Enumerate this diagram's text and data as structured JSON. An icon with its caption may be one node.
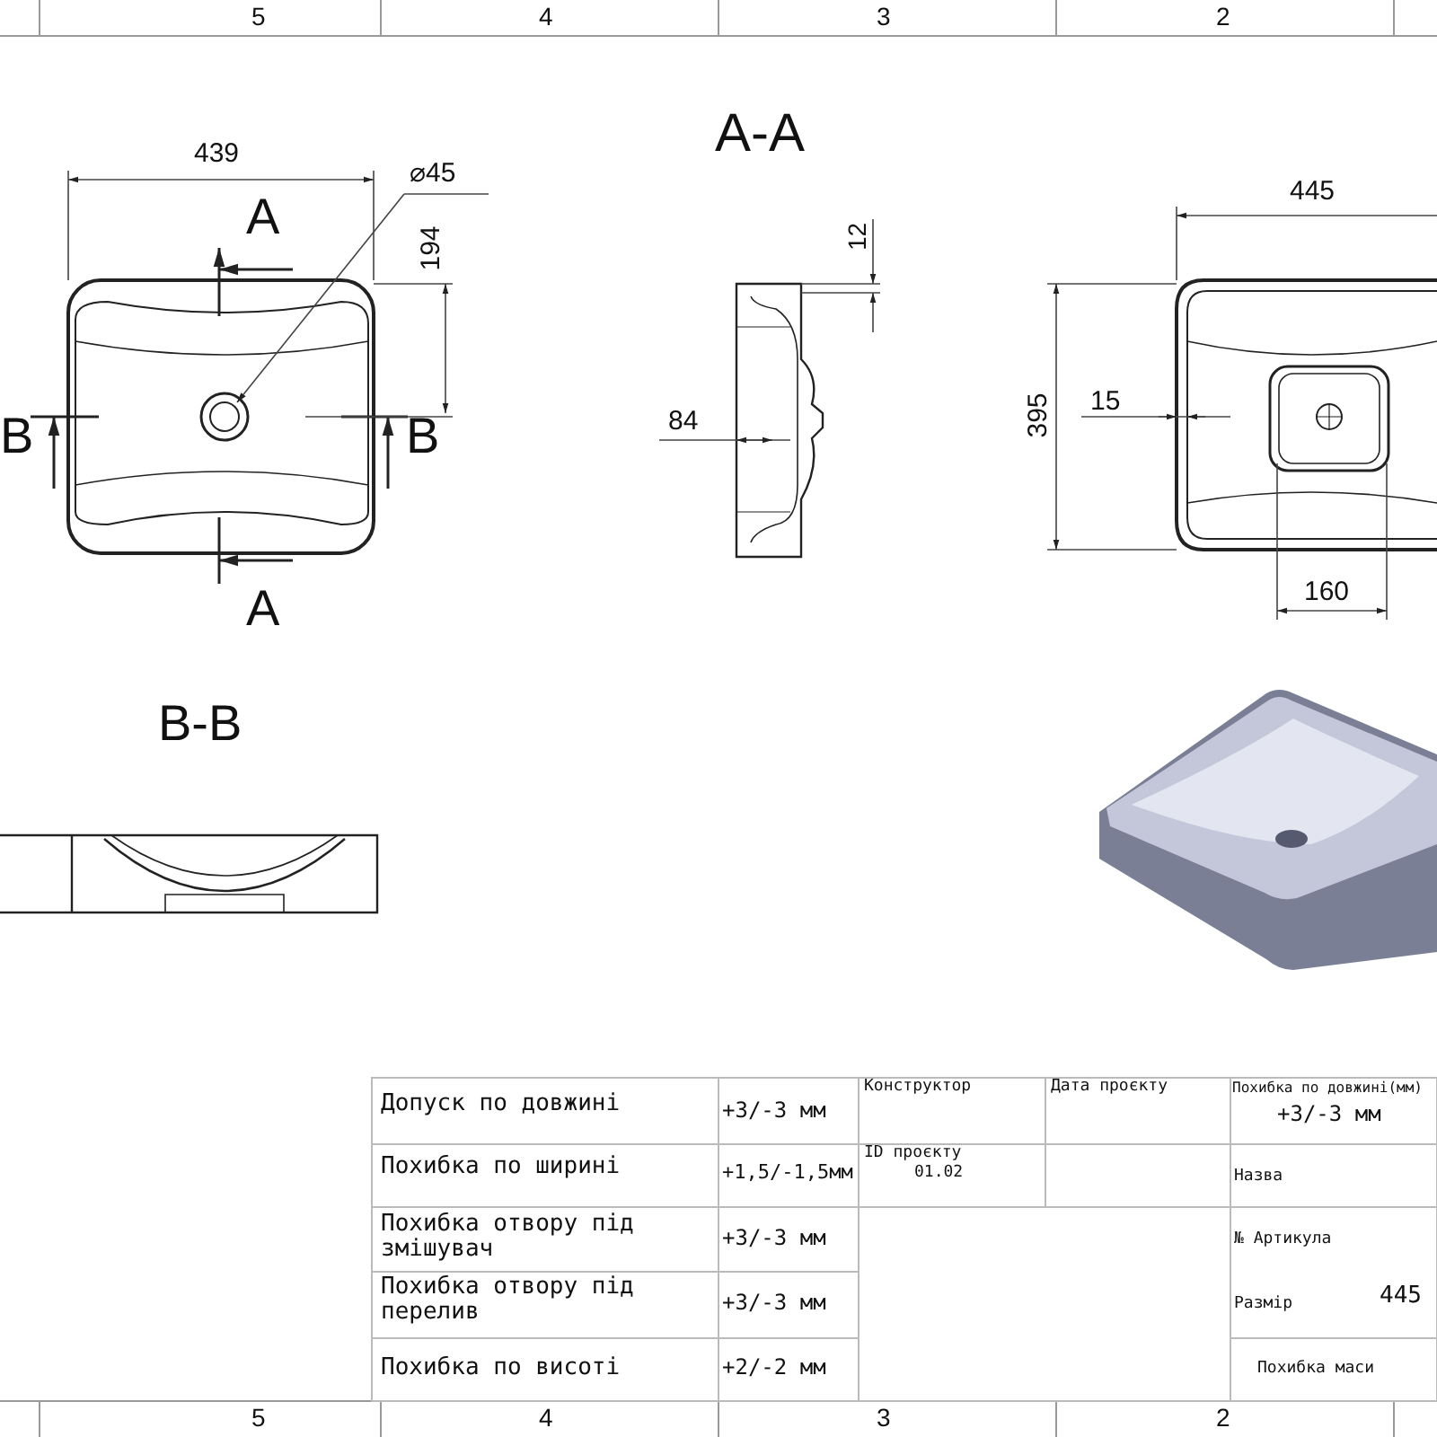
{
  "diagram": {
    "labels": [
      "5",
      "4",
      "3",
      "2",
      "439",
      "⌀45",
      "A-A",
      "445",
      "A",
      "12",
      "194",
      "B",
      "B",
      "84",
      "15",
      "395",
      "A",
      "160",
      "B-B",
      "Допуск по довжині",
      "+3/-3 мм",
      "Конструктор",
      "Дата проєкту",
      "Похибка по довжині(мм)",
      "+3/-3 мм",
      "Похибка по ширині",
      "+1,5/-1,5мм",
      "ID проєкту",
      "01.02",
      "Назва",
      "Похибка отвору під змішувач",
      "+3/-3 мм",
      "№ Артикула",
      "Похибка отвору під перелив",
      "+3/-3 мм",
      "Размір",
      "445",
      "Похибка по висоті",
      "+2/-2 мм",
      "Похибка маси",
      "5",
      "4",
      "3",
      "2"
    ]
  }
}
